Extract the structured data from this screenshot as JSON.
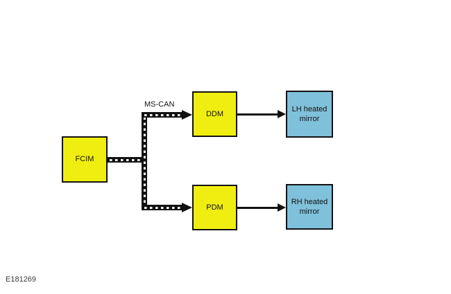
{
  "diagram": {
    "figure_id": "E181269",
    "bus_label": "MS-CAN",
    "nodes": {
      "fcim": {
        "label": "FCIM",
        "type": "module"
      },
      "ddm": {
        "label": "DDM",
        "type": "module"
      },
      "pdm": {
        "label": "PDM",
        "type": "module"
      },
      "lh_mirror": {
        "label": "LH heated mirror",
        "type": "component"
      },
      "rh_mirror": {
        "label": "RH heated mirror",
        "type": "component"
      }
    },
    "connections": [
      {
        "from": "FCIM",
        "to": "DDM",
        "style": "dashed-bus",
        "label": "MS-CAN"
      },
      {
        "from": "FCIM",
        "to": "PDM",
        "style": "dashed-bus",
        "label": "MS-CAN"
      },
      {
        "from": "DDM",
        "to": "LH heated mirror",
        "style": "solid-arrow"
      },
      {
        "from": "PDM",
        "to": "RH heated mirror",
        "style": "solid-arrow"
      }
    ],
    "colors": {
      "module_fill": "#f0ee10",
      "component_fill": "#7fc0da",
      "line": "#111111",
      "background": "#ffffff"
    }
  }
}
